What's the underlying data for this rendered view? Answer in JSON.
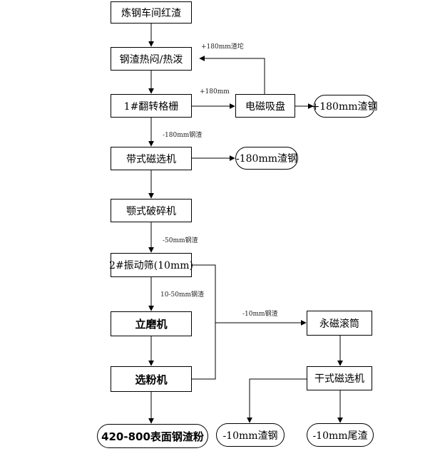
{
  "nodes": {
    "n1": "炼钢车间红渣",
    "n2": "钢渣热闷/热泼",
    "n3": "1#翻转格栅",
    "n4": "电磁吸盘",
    "n5": "+180mm渣钢",
    "n6": "带式磁选机",
    "n7": "-180mm渣钢",
    "n8": "颚式破碎机",
    "n9": "2#振动筛(10mm)",
    "n10": "立磨机",
    "n11": "选粉机",
    "n12": "420-800表面钢渣粉",
    "n13": "永磁滚筒",
    "n14": "干式磁选机",
    "n15": "-10mm渣钢",
    "n16": "-10mm尾渣"
  },
  "labels": {
    "l1": "+180mm渣坨",
    "l2": "+180mm",
    "l3": "-180mm钢渣",
    "l4": "-50mm钢渣",
    "l5": "10-50mm钢渣",
    "l6": "-10mm钢渣"
  }
}
